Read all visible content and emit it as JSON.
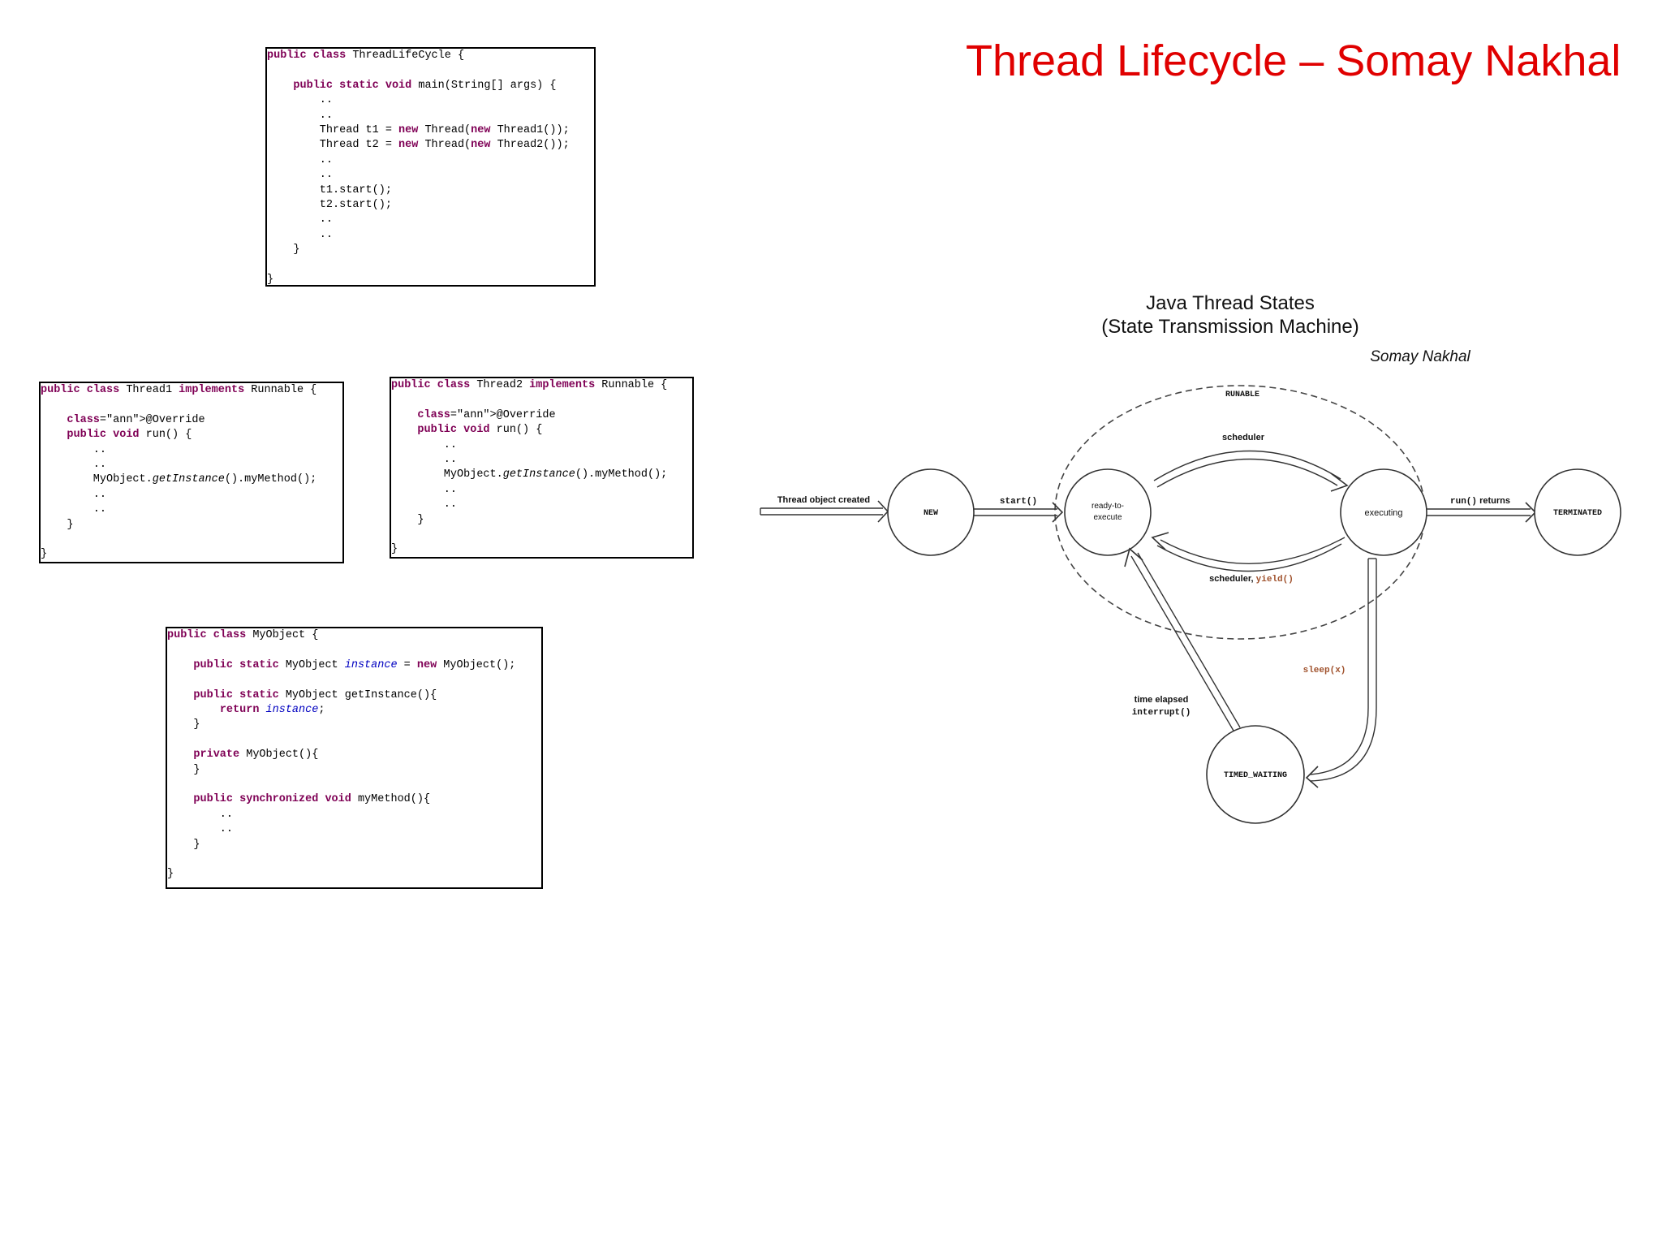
{
  "title": "Thread Lifecycle – Somay Nakhal",
  "code_blocks": [
    {
      "id": "threadlifecycle",
      "lines": [
        "public class ThreadLifeCycle {",
        "",
        "    public static void main(String[] args) {",
        "        ..",
        "        ..",
        "        Thread t1 = new Thread(new Thread1());",
        "        Thread t2 = new Thread(new Thread2());",
        "        ..",
        "        ..",
        "        t1.start();",
        "        t2.start();",
        "        ..",
        "        ..",
        "    }",
        "",
        "}"
      ]
    },
    {
      "id": "thread1",
      "lines": [
        "public class Thread1 implements Runnable {",
        "",
        "    @Override",
        "    public void run() {",
        "        ..",
        "        ..",
        "        MyObject.getInstance().myMethod();",
        "        ..",
        "        ..",
        "    }",
        "",
        "}"
      ]
    },
    {
      "id": "thread2",
      "lines": [
        "public class Thread2 implements Runnable {",
        "",
        "    @Override",
        "    public void run() {",
        "        ..",
        "        ..",
        "        MyObject.getInstance().myMethod();",
        "        ..",
        "        ..",
        "    }",
        "",
        "}"
      ]
    },
    {
      "id": "myobject",
      "lines": [
        "public class MyObject {",
        "",
        "    public static MyObject instance = new MyObject();",
        "",
        "    public static MyObject getInstance(){",
        "        return instance;",
        "    }",
        "",
        "    private MyObject(){",
        "    }",
        "",
        "    public synchronized void myMethod(){",
        "        ..",
        "        ..",
        "    }",
        "",
        "}"
      ]
    }
  ],
  "diagram": {
    "title_line1": "Java Thread States",
    "title_line2": "(State Transmission Machine)",
    "author": "Somay Nakhal",
    "runable_label": "RUNABLE",
    "states": {
      "new": "NEW",
      "ready": [
        "ready-to-",
        "execute"
      ],
      "executing": "executing",
      "terminated": "TERMINATED",
      "timed_waiting": "TIMED_WAITING"
    },
    "transitions": {
      "created": "Thread object created",
      "start": "start()",
      "scheduler": "scheduler",
      "scheduler_yield_prefix": "scheduler, ",
      "yield": "yield()",
      "run_returns_code": "run()",
      "run_returns_text": " returns",
      "sleep": "sleep(x)",
      "time_elapsed": "time elapsed",
      "interrupt": "interrupt()"
    },
    "colors": {
      "accent": "#a0522d",
      "line": "#333333"
    }
  }
}
